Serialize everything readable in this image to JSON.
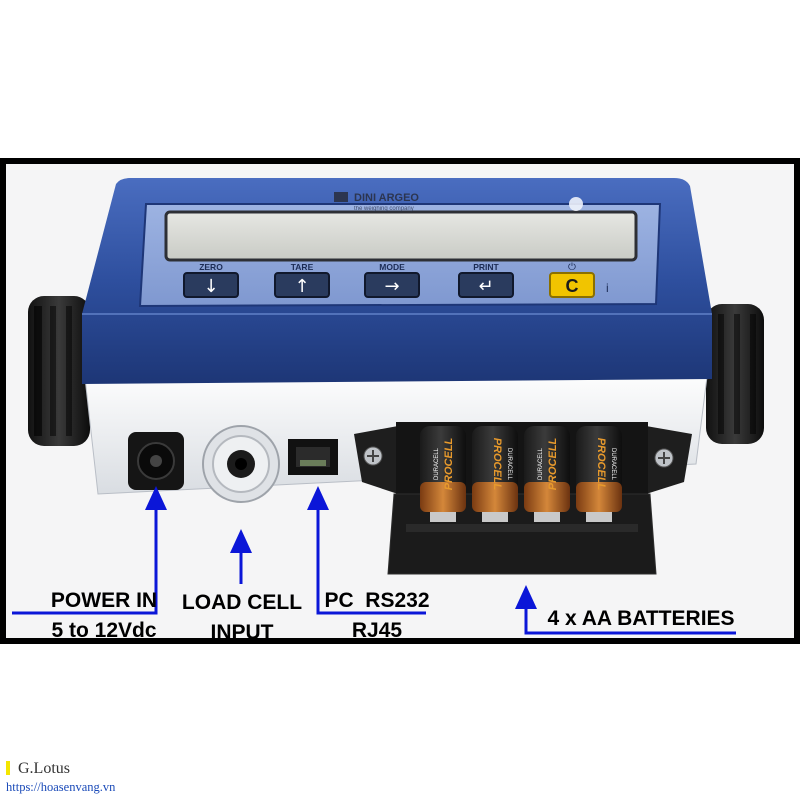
{
  "device": {
    "brand": "DINI ARGEO",
    "tagline": "the weighing company",
    "keys": [
      {
        "label": "ZERO",
        "icon": "arrow-down-icon",
        "glyph": "↓"
      },
      {
        "label": "TARE",
        "icon": "arrow-up-icon",
        "glyph": "↑"
      },
      {
        "label": "MODE",
        "icon": "arrow-right-icon",
        "glyph": "→"
      },
      {
        "label": "PRINT",
        "icon": "return-arrow-icon",
        "glyph": "↵"
      }
    ],
    "clear_key": {
      "label": "C",
      "top_symbol": "⏻",
      "side_symbol": "i"
    },
    "battery_brand": "DURACELL",
    "battery_model": "PROCELL"
  },
  "callouts": {
    "power": {
      "line1": "POWER IN",
      "line2": "5 to 12Vdc"
    },
    "load_cell": {
      "line1": "LOAD CELL",
      "line2": "INPUT"
    },
    "pc": {
      "line1": "PC  RS232",
      "line2": "RJ45"
    },
    "batteries": {
      "line1": "4 x AA BATTERIES"
    }
  },
  "watermark": {
    "name": "G.Lotus",
    "url": "https://hoasenvang.vn"
  },
  "colors": {
    "body_blue": "#2e4f9e",
    "arrow_blue": "#0b16d8",
    "clear_key_yellow": "#f1c400",
    "battery_copper": "#b87333",
    "watermark_url": "#1a4ab8"
  }
}
